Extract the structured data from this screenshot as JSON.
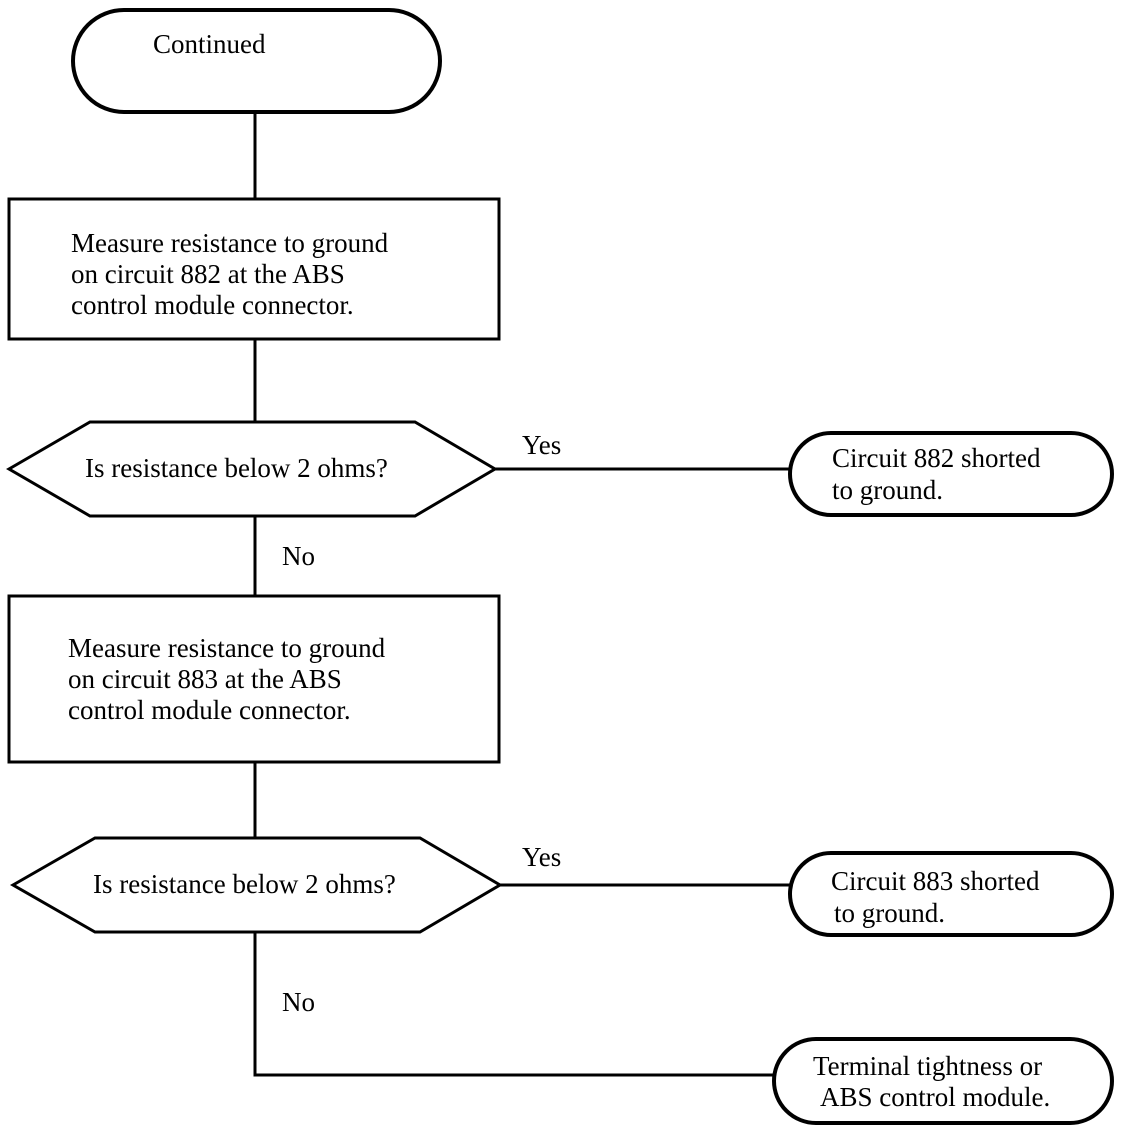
{
  "flowchart": {
    "start": {
      "text": "Continued"
    },
    "step1": {
      "lines": [
        "Measure resistance to ground",
        "on circuit 882 at the ABS",
        "control module connector."
      ]
    },
    "decision1": {
      "text": "Is resistance  below 2 ohms?"
    },
    "result1": {
      "lines": [
        "Circuit 882 shorted",
        "to ground."
      ]
    },
    "step2": {
      "lines": [
        "Measure resistance to ground",
        "on circuit 883 at the ABS",
        "control module connector."
      ]
    },
    "decision2": {
      "text": "Is resistance  below 2 ohms?"
    },
    "result2": {
      "lines": [
        "Circuit 883 shorted",
        "to ground."
      ]
    },
    "result3": {
      "lines": [
        "Terminal tightness or",
        "ABS control module."
      ]
    },
    "labels": {
      "yes1": "Yes",
      "no1": "No",
      "yes2": "Yes",
      "no2": "No"
    }
  }
}
